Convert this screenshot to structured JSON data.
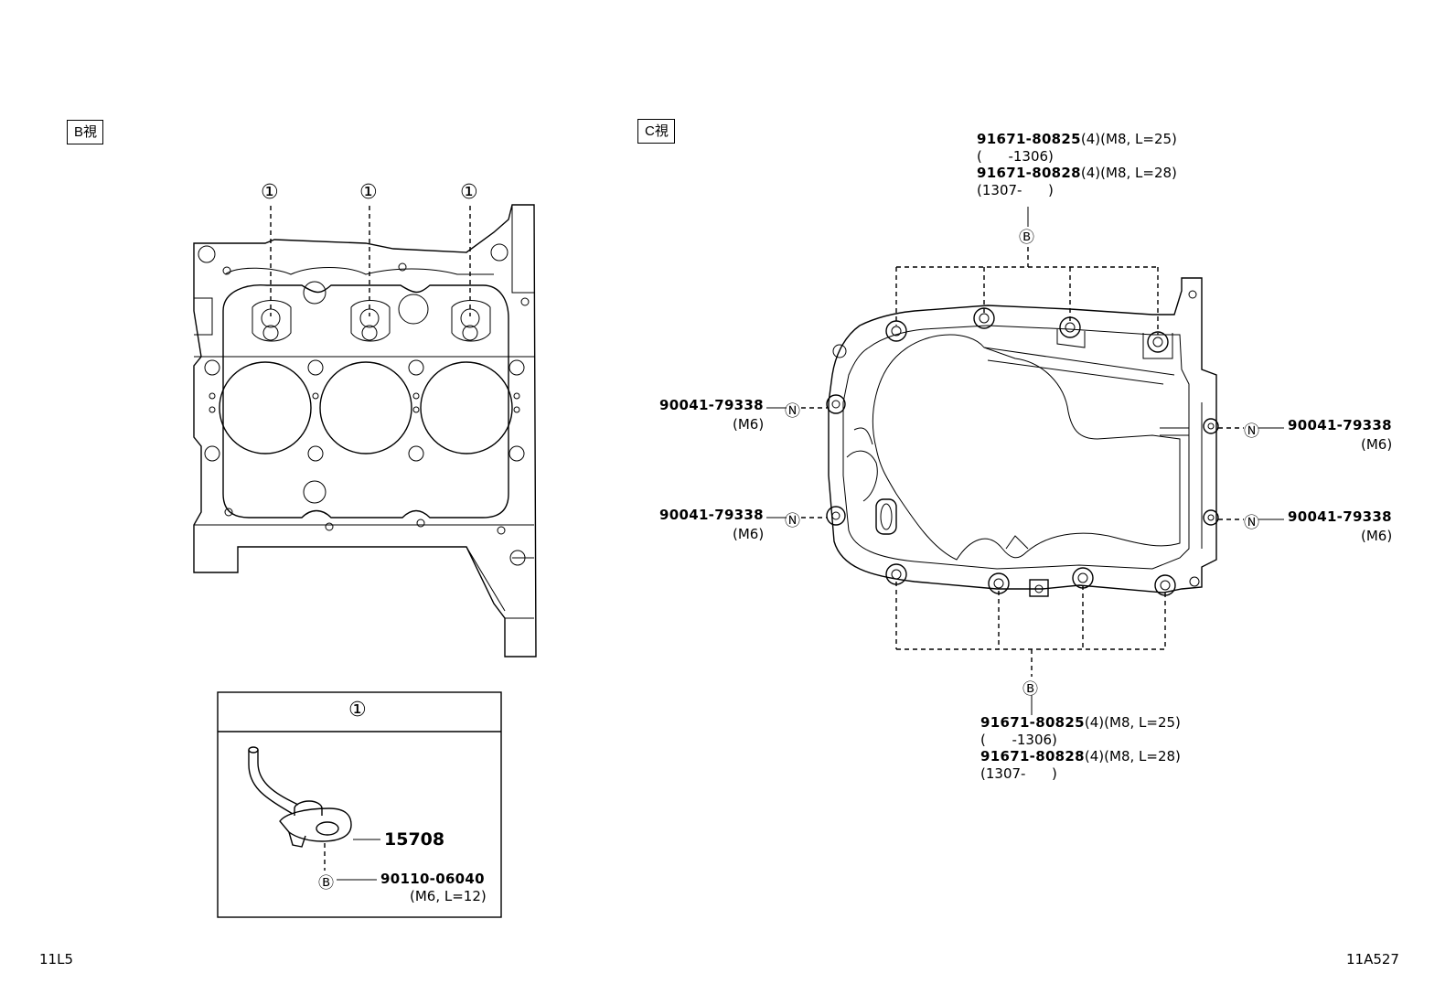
{
  "views": {
    "b_label": "B視",
    "c_label": "C視"
  },
  "callouts": {
    "circled_1": "①",
    "circled_b": "Ⓑ",
    "circled_n": "Ⓝ"
  },
  "detail_box": {
    "title": "①",
    "part_main": "15708",
    "bolt_part": "90110-06040",
    "bolt_spec": "(M6, L=12)"
  },
  "top_bolts": {
    "line1_pn": "91671-80825",
    "line1_spec": "(4)(M8, L=25)",
    "line2": "(      -1306)",
    "line3_pn": "91671-80828",
    "line3_spec": "(4)(M8, L=28)",
    "line4": "(1307-      )"
  },
  "bottom_bolts": {
    "line1_pn": "91671-80825",
    "line1_spec": "(4)(M8, L=25)",
    "line2": "(      -1306)",
    "line3_pn": "91671-80828",
    "line3_spec": "(4)(M8, L=28)",
    "line4": "(1307-      )"
  },
  "studs": {
    "left_upper_pn": "90041-79338",
    "left_upper_spec": "(M6)",
    "left_lower_pn": "90041-79338",
    "left_lower_spec": "(M6)",
    "right_upper_pn": "90041-79338",
    "right_upper_spec": "(M6)",
    "right_lower_pn": "90041-79338",
    "right_lower_spec": "(M6)"
  },
  "footer": {
    "left_code": "11L5",
    "right_code": "11A527"
  }
}
